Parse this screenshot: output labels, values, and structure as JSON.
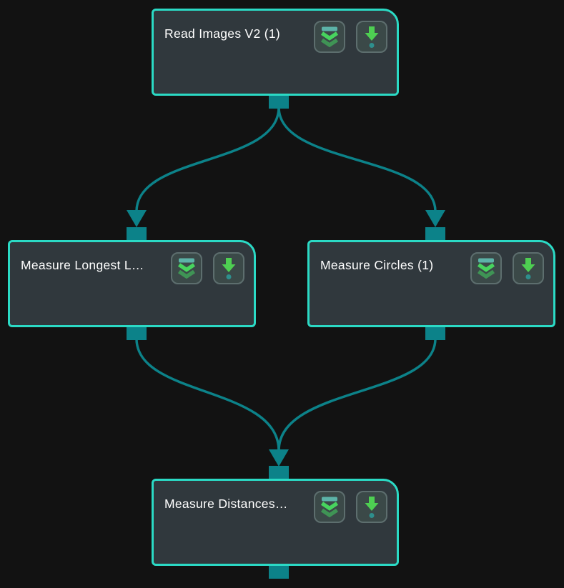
{
  "editor": {
    "type": "dataflow-program-editor",
    "background_color": "#121212"
  },
  "colors": {
    "node_fill": "#30383D",
    "node_border": "#2BDAC5",
    "connection": "#0C8289",
    "port": "#0C8289",
    "button_fill": "#3B4948",
    "button_border": "#5D6E6E",
    "collapse_bar_teal": "#5CB3A8",
    "chevron_bright_green": "#47D45E",
    "chevron_dim_green": "#3F9455",
    "arrow_green": "#4ECF52",
    "arrow_dot_teal": "#2E8F8D",
    "title_text": "#FFFFFF"
  },
  "nodes": [
    {
      "id": "read-images-v2",
      "title": "Read Images V2 (1)"
    },
    {
      "id": "measure-longest-line",
      "title": "Measure Longest L…"
    },
    {
      "id": "measure-circles",
      "title": "Measure Circles (1)"
    },
    {
      "id": "measure-distances",
      "title": "Measure Distances…"
    }
  ],
  "node_buttons": [
    {
      "icon": "double-chevron-down-icon"
    },
    {
      "icon": "arrow-down-dot-icon"
    }
  ],
  "connections": [
    {
      "from": "read-images-v2",
      "to": "measure-longest-line"
    },
    {
      "from": "read-images-v2",
      "to": "measure-circles"
    },
    {
      "from": "measure-longest-line",
      "to": "measure-distances"
    },
    {
      "from": "measure-circles",
      "to": "measure-distances"
    }
  ]
}
